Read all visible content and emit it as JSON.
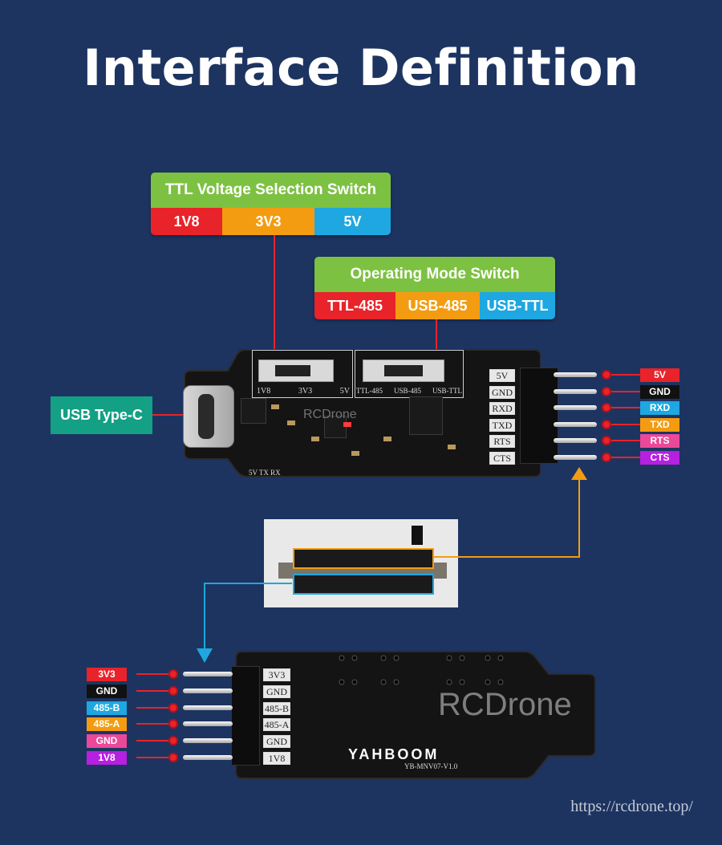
{
  "title": "Interface Definition",
  "ttl_voltage_switch": {
    "label": "TTL Voltage Selection Switch",
    "options": [
      {
        "label": "1V8",
        "color": "#e8232a"
      },
      {
        "label": "3V3",
        "color": "#f39c12"
      },
      {
        "label": "5V",
        "color": "#1ea7e0"
      }
    ]
  },
  "operating_mode_switch": {
    "label": "Operating Mode Switch",
    "options": [
      {
        "label": "TTL-485",
        "color": "#e8232a"
      },
      {
        "label": "USB-485",
        "color": "#f39c12"
      },
      {
        "label": "USB-TTL",
        "color": "#1ea7e0"
      }
    ]
  },
  "usb_label": "USB Type-C",
  "board_silk": {
    "voltage": [
      "1V8",
      "3V3",
      "5V"
    ],
    "mode": [
      "TTL-485",
      "USB-485",
      "USB-TTL"
    ],
    "leds": "5V TX RX",
    "watermark_top": "RCDrone"
  },
  "top_pins": [
    {
      "silk": "5V",
      "label": "5V",
      "color": "#e8232a"
    },
    {
      "silk": "GND",
      "label": "GND",
      "color": "#111111"
    },
    {
      "silk": "RXD",
      "label": "RXD",
      "color": "#1ea7e0"
    },
    {
      "silk": "TXD",
      "label": "TXD",
      "color": "#f39c12"
    },
    {
      "silk": "RTS",
      "label": "RTS",
      "color": "#ec4899"
    },
    {
      "silk": "CTS",
      "label": "CTS",
      "color": "#b620e0"
    }
  ],
  "bottom_pins": [
    {
      "silk": "3V3",
      "label": "3V3",
      "color": "#e8232a"
    },
    {
      "silk": "GND",
      "label": "GND",
      "color": "#111111"
    },
    {
      "silk": "485-B",
      "label": "485-B",
      "color": "#1ea7e0"
    },
    {
      "silk": "485-A",
      "label": "485-A",
      "color": "#f39c12"
    },
    {
      "silk": "GND",
      "label": "GND",
      "color": "#ec4899"
    },
    {
      "silk": "1V8",
      "label": "1V8",
      "color": "#b620e0"
    }
  ],
  "brand": "YAHBOOM",
  "model": "YB-MNV07-V1.0",
  "watermark": "RCDrone",
  "footer_url": "https://rcdrone.top/",
  "colors": {
    "background": "#1d3461",
    "callout_green": "#7dc142",
    "usb_teal": "#14a085",
    "lead_red": "#e8232a",
    "arrow_orange": "#f39c12",
    "arrow_blue": "#1ea7e0"
  }
}
